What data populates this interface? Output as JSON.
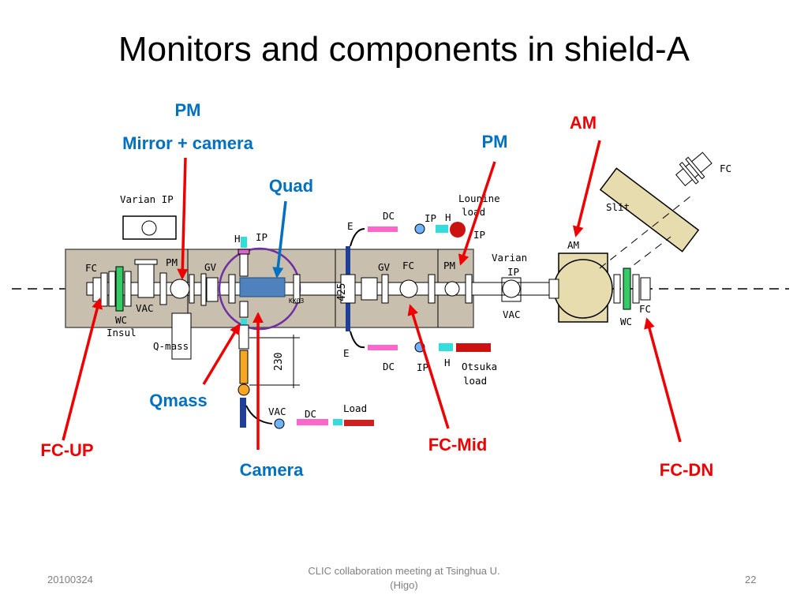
{
  "slide": {
    "title": "Monitors and components in shield-A",
    "footer_left": "20100324",
    "footer_center_line1": "CLIC collaboration meeting at Tsinghua U.",
    "footer_center_line2": "(Higo)",
    "footer_right": "22"
  },
  "colors": {
    "callout_blue": "#0070c0",
    "callout_red": "#ee0000",
    "shield_fill": "#c8bfae",
    "slit_fill": "#e6dcae",
    "quad_fill": "#4f81bd",
    "circle_stroke": "#7030a0"
  },
  "callouts": {
    "pm_left_line1": "PM",
    "pm_left_line2": "Mirror + camera",
    "quad": "Quad",
    "pm_right": "PM",
    "am": "AM",
    "qmass": "Qmass",
    "camera": "Camera",
    "fc_up": "FC-UP",
    "fc_mid": "FC-Mid",
    "fc_dn": "FC-DN"
  },
  "labels": {
    "varian_ip_left": "Varian IP",
    "fc_left": "FC",
    "pm_1": "PM",
    "gv_1": "GV",
    "h_top": "H",
    "ip_top": "IP",
    "vac_left": "VAC",
    "wc_left": "WC",
    "insul": "Insul",
    "q_mass": "Q-mass",
    "quad_name": "KX03",
    "dim_425": "425",
    "dim_230": "230",
    "e_top": "E",
    "e_bottom": "E",
    "dc_top": "DC",
    "ip_top_right": "IP",
    "h_top_right": "H",
    "lounine_1": "Lounine",
    "lounine_2": "load",
    "ip_lounine": "IP",
    "gv_2": "GV",
    "fc_2": "FC",
    "pm_2": "PM",
    "varian_1": "Varian",
    "varian_2": "IP",
    "vac_right": "VAC",
    "dc_bottom": "DC",
    "ip_bottom": "IP",
    "h_bottom": "H",
    "otsuka_1": "Otsuka",
    "otsuka_2": "load",
    "vac_bottom": "VAC",
    "dc_low": "DC",
    "load_low": "Load",
    "am_label": "AM",
    "slit": "Slit",
    "fc_slit": "FC",
    "fc_right": "FC",
    "wc_right": "WC"
  },
  "icons": {
    "ion_pump": "circle-icon",
    "arrow": "arrow-icon"
  }
}
